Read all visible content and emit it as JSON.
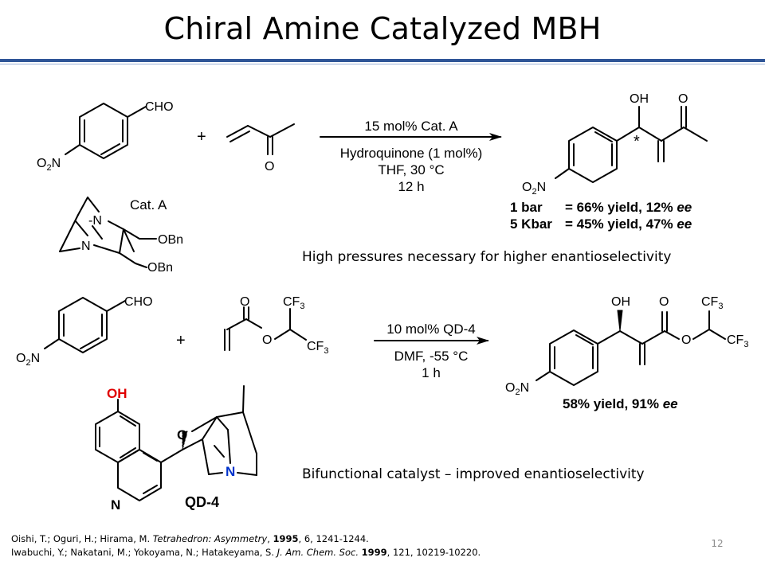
{
  "slide": {
    "title": "Chiral Amine Catalyzed MBH",
    "page_number": "12"
  },
  "colors": {
    "title_rule": "#2F5597",
    "hydroxyl_red": "#E00000",
    "nitrogen_blue": "#0033CC",
    "page_number_gray": "#8c8c8c"
  },
  "reaction1": {
    "aldehyde_cho": "CHO",
    "aldehyde_nitro": "O",
    "aldehyde_nitro_sub": "2",
    "aldehyde_nitro_n": "N",
    "plus": "+",
    "mvk_carbonyl_o": "O",
    "arrow_top": "15 mol% Cat. A",
    "arrow_bottom_1": "Hydroquinone (1 mol%)",
    "arrow_bottom_2": "THF, 30 °C",
    "arrow_bottom_3": "12 h",
    "product_oh": "OH",
    "product_carbonyl_o": "O",
    "product_star": "*",
    "product_nitro": "O",
    "product_nitro_sub": "2",
    "product_nitro_n": "N",
    "catalyst_label": "Cat. A",
    "catalyst_n_top": "-N",
    "catalyst_n_bottom": "N",
    "catalyst_obn_1": "OBn",
    "catalyst_obn_2": "OBn",
    "results": [
      {
        "pressure": "1 bar",
        "outcome": "= 66% yield, 12% ",
        "ee": "ee"
      },
      {
        "pressure": "5 Kbar",
        "outcome": "= 45% yield, 47% ",
        "ee": "ee"
      }
    ],
    "caption": "High pressures necessary for higher enantioselectivity"
  },
  "reaction2": {
    "aldehyde_cho": "CHO",
    "aldehyde_nitro": "O",
    "aldehyde_nitro_sub": "2",
    "aldehyde_nitro_n": "N",
    "plus": "+",
    "acrylate_o_carbonyl": "O",
    "acrylate_o_ester": "O",
    "acrylate_cf3_top": "CF",
    "acrylate_cf3_top_sub": "3",
    "acrylate_cf3_right": "CF",
    "acrylate_cf3_right_sub": "3",
    "arrow_top": "10 mol% QD-4",
    "arrow_bottom_1": "DMF, -55 °C",
    "arrow_bottom_2": "1 h",
    "product_oh": "OH",
    "product_o_carbonyl": "O",
    "product_o_ester": "O",
    "product_cf3_top": "CF",
    "product_cf3_top_sub": "3",
    "product_cf3_right": "CF",
    "product_cf3_right_sub": "3",
    "product_nitro": "O",
    "product_nitro_sub": "2",
    "product_nitro_n": "N",
    "result": "58% yield, 91% ",
    "result_ee": "ee",
    "catalyst_oh": "OH",
    "catalyst_o": "O",
    "catalyst_n_bridge": "N",
    "catalyst_n_quinoline": "N",
    "catalyst_label": "QD-4",
    "caption": "Bifunctional catalyst – improved enantioselectivity"
  },
  "references": [
    {
      "authors": "Oishi, T.; Oguri, H.; Hirama, M. ",
      "journal": "Tetrahedron: Asymmetry",
      "sep": ", ",
      "year": "1995",
      "rest": ", 6, 1241-1244."
    },
    {
      "authors": "Iwabuchi, Y.; Nakatani, M.; Yokoyama, N.; Hatakeyama, S. ",
      "journal": "J. Am. Chem. Soc.",
      "sep": " ",
      "year": "1999",
      "rest": ", 121, 10219-10220."
    }
  ]
}
